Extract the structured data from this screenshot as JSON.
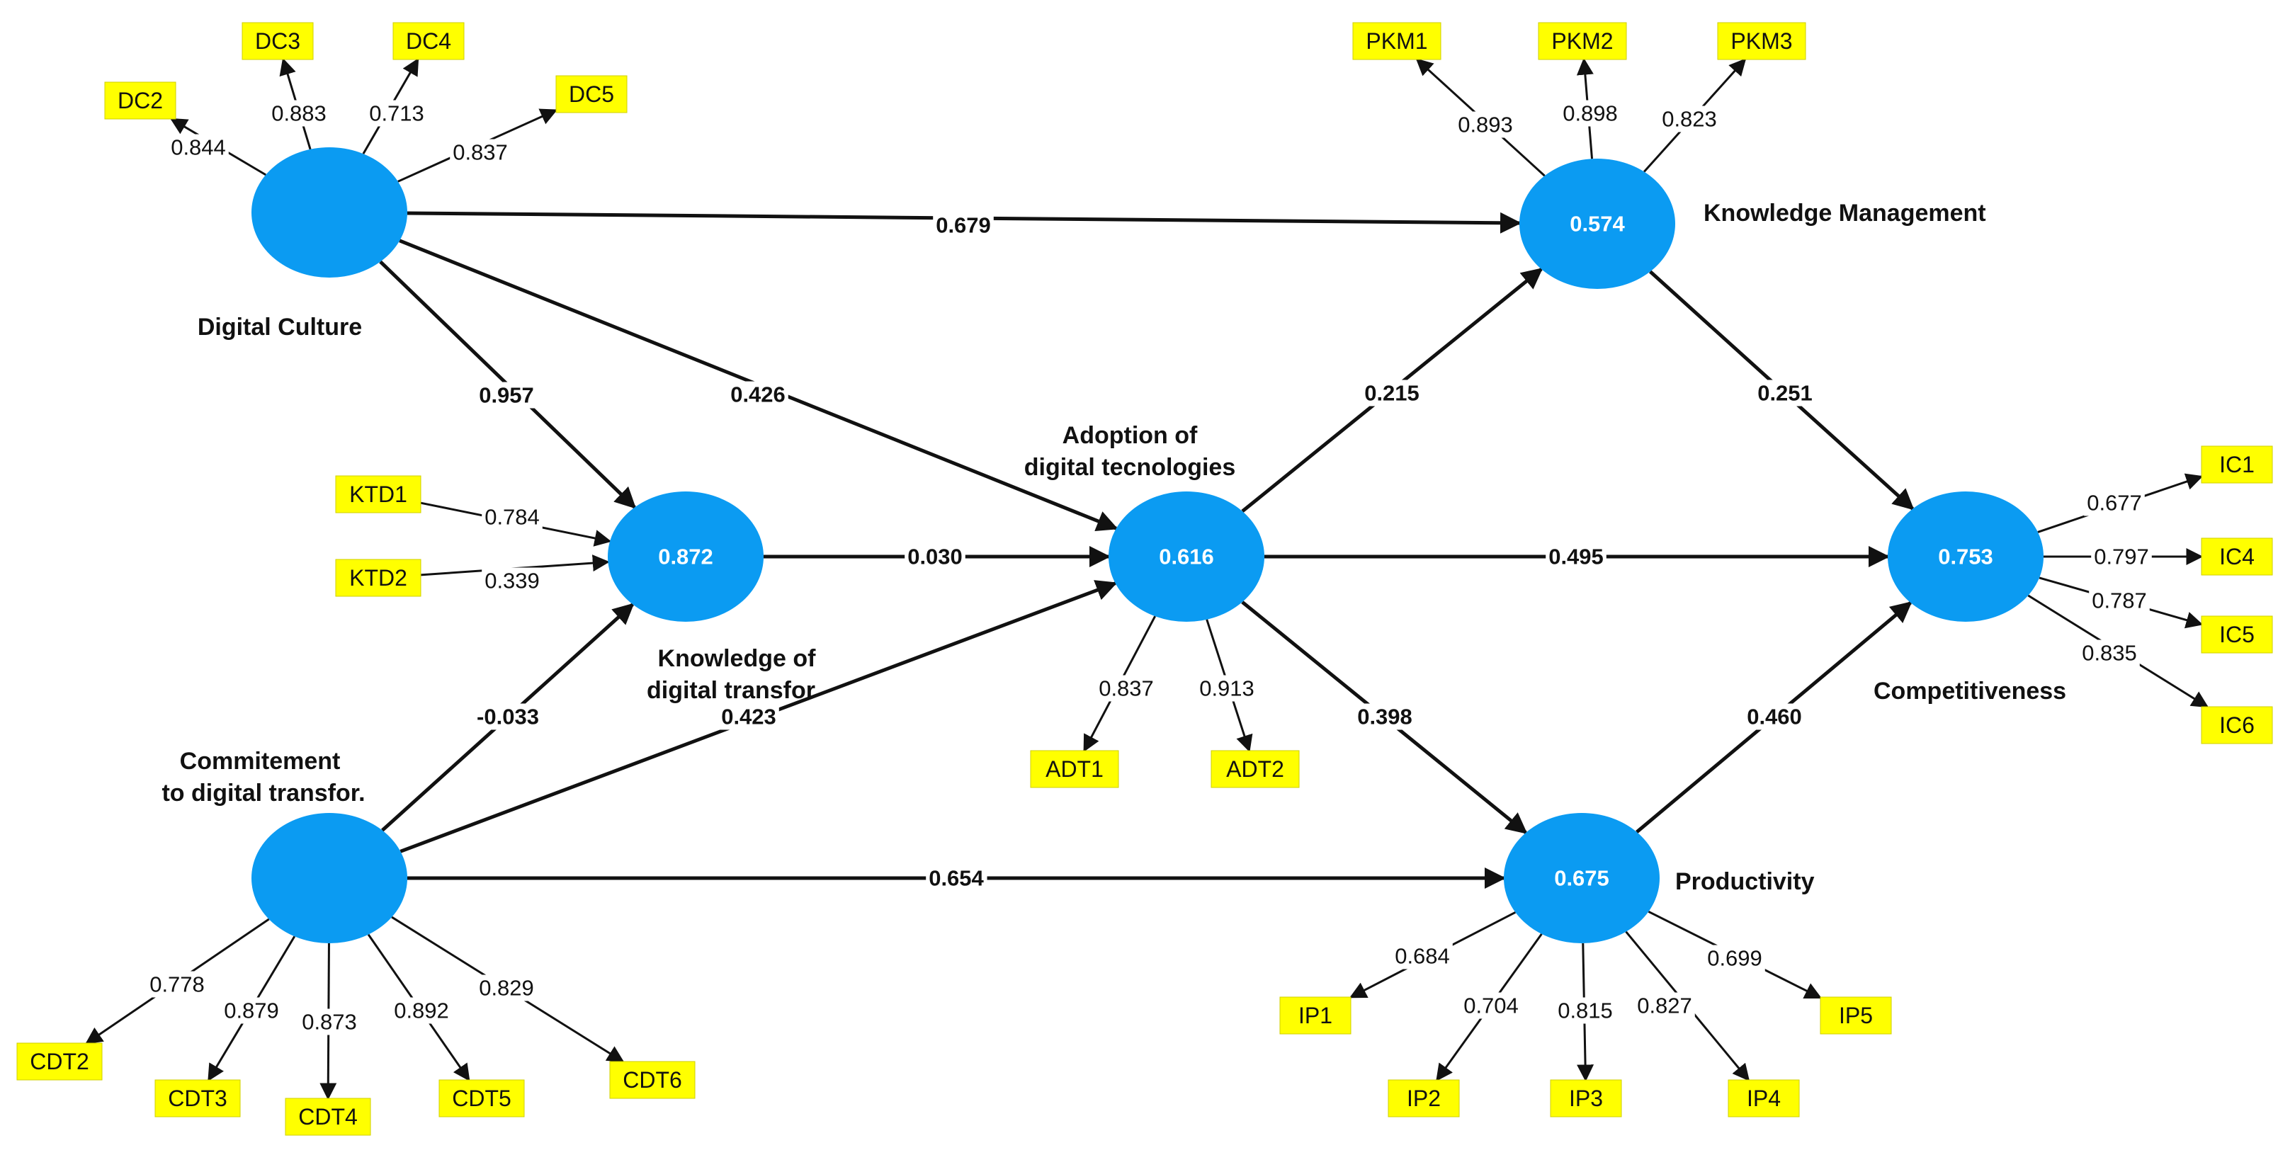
{
  "colors": {
    "construct_fill": "#0b9bf2",
    "indicator_fill": "#ffff00",
    "line": "#111111"
  },
  "constructs": [
    {
      "id": "DC",
      "lines": [
        "Digital Culture"
      ],
      "r2": ""
    },
    {
      "id": "CDT",
      "lines": [
        "Commitement",
        "to digital transfor."
      ],
      "r2": ""
    },
    {
      "id": "KTD",
      "lines": [
        "Knowledge of",
        "digital transfor"
      ],
      "r2": "0.872"
    },
    {
      "id": "ADT",
      "lines": [
        "Adoption of",
        "digital tecnologies"
      ],
      "r2": "0.616"
    },
    {
      "id": "KM",
      "lines": [
        "Knowledge Management"
      ],
      "r2": "0.574"
    },
    {
      "id": "PROD",
      "lines": [
        "Productivity"
      ],
      "r2": "0.675"
    },
    {
      "id": "COMP",
      "lines": [
        "Competitiveness"
      ],
      "r2": "0.753"
    }
  ],
  "paths": [
    {
      "from": "DC",
      "to": "KM",
      "coef": "0.679"
    },
    {
      "from": "DC",
      "to": "KTD",
      "coef": "0.957"
    },
    {
      "from": "DC",
      "to": "ADT",
      "coef": "0.426"
    },
    {
      "from": "KTD",
      "to": "ADT",
      "coef": "0.030"
    },
    {
      "from": "CDT",
      "to": "KTD",
      "coef": "-0.033"
    },
    {
      "from": "CDT",
      "to": "ADT",
      "coef": "0.423"
    },
    {
      "from": "CDT",
      "to": "PROD",
      "coef": "0.654"
    },
    {
      "from": "ADT",
      "to": "KM",
      "coef": "0.215"
    },
    {
      "from": "ADT",
      "to": "COMP",
      "coef": "0.495"
    },
    {
      "from": "ADT",
      "to": "PROD",
      "coef": "0.398"
    },
    {
      "from": "KM",
      "to": "COMP",
      "coef": "0.251"
    },
    {
      "from": "PROD",
      "to": "COMP",
      "coef": "0.460"
    }
  ],
  "indicators": [
    {
      "name": "DC2",
      "construct": "DC",
      "loading": "0.844",
      "direction": "out"
    },
    {
      "name": "DC3",
      "construct": "DC",
      "loading": "0.883",
      "direction": "out"
    },
    {
      "name": "DC4",
      "construct": "DC",
      "loading": "0.713",
      "direction": "out"
    },
    {
      "name": "DC5",
      "construct": "DC",
      "loading": "0.837",
      "direction": "out"
    },
    {
      "name": "KTD1",
      "construct": "KTD",
      "loading": "0.784",
      "direction": "in"
    },
    {
      "name": "KTD2",
      "construct": "KTD",
      "loading": "0.339",
      "direction": "in"
    },
    {
      "name": "CDT2",
      "construct": "CDT",
      "loading": "0.778",
      "direction": "out"
    },
    {
      "name": "CDT3",
      "construct": "CDT",
      "loading": "0.879",
      "direction": "out"
    },
    {
      "name": "CDT4",
      "construct": "CDT",
      "loading": "0.873",
      "direction": "out"
    },
    {
      "name": "CDT5",
      "construct": "CDT",
      "loading": "0.892",
      "direction": "out"
    },
    {
      "name": "CDT6",
      "construct": "CDT",
      "loading": "0.829",
      "direction": "out"
    },
    {
      "name": "ADT1",
      "construct": "ADT",
      "loading": "0.837",
      "direction": "out"
    },
    {
      "name": "ADT2",
      "construct": "ADT",
      "loading": "0.913",
      "direction": "out"
    },
    {
      "name": "PKM1",
      "construct": "KM",
      "loading": "0.893",
      "direction": "out"
    },
    {
      "name": "PKM2",
      "construct": "KM",
      "loading": "0.898",
      "direction": "out"
    },
    {
      "name": "PKM3",
      "construct": "KM",
      "loading": "0.823",
      "direction": "out"
    },
    {
      "name": "IP1",
      "construct": "PROD",
      "loading": "0.684",
      "direction": "out"
    },
    {
      "name": "IP2",
      "construct": "PROD",
      "loading": "0.704",
      "direction": "out"
    },
    {
      "name": "IP3",
      "construct": "PROD",
      "loading": "0.815",
      "direction": "out"
    },
    {
      "name": "IP4",
      "construct": "PROD",
      "loading": "0.827",
      "direction": "out"
    },
    {
      "name": "IP5",
      "construct": "PROD",
      "loading": "0.699",
      "direction": "out"
    },
    {
      "name": "IC1",
      "construct": "COMP",
      "loading": "0.677",
      "direction": "out"
    },
    {
      "name": "IC4",
      "construct": "COMP",
      "loading": "0.797",
      "direction": "out"
    },
    {
      "name": "IC5",
      "construct": "COMP",
      "loading": "0.787",
      "direction": "out"
    },
    {
      "name": "IC6",
      "construct": "COMP",
      "loading": "0.835",
      "direction": "out"
    }
  ]
}
